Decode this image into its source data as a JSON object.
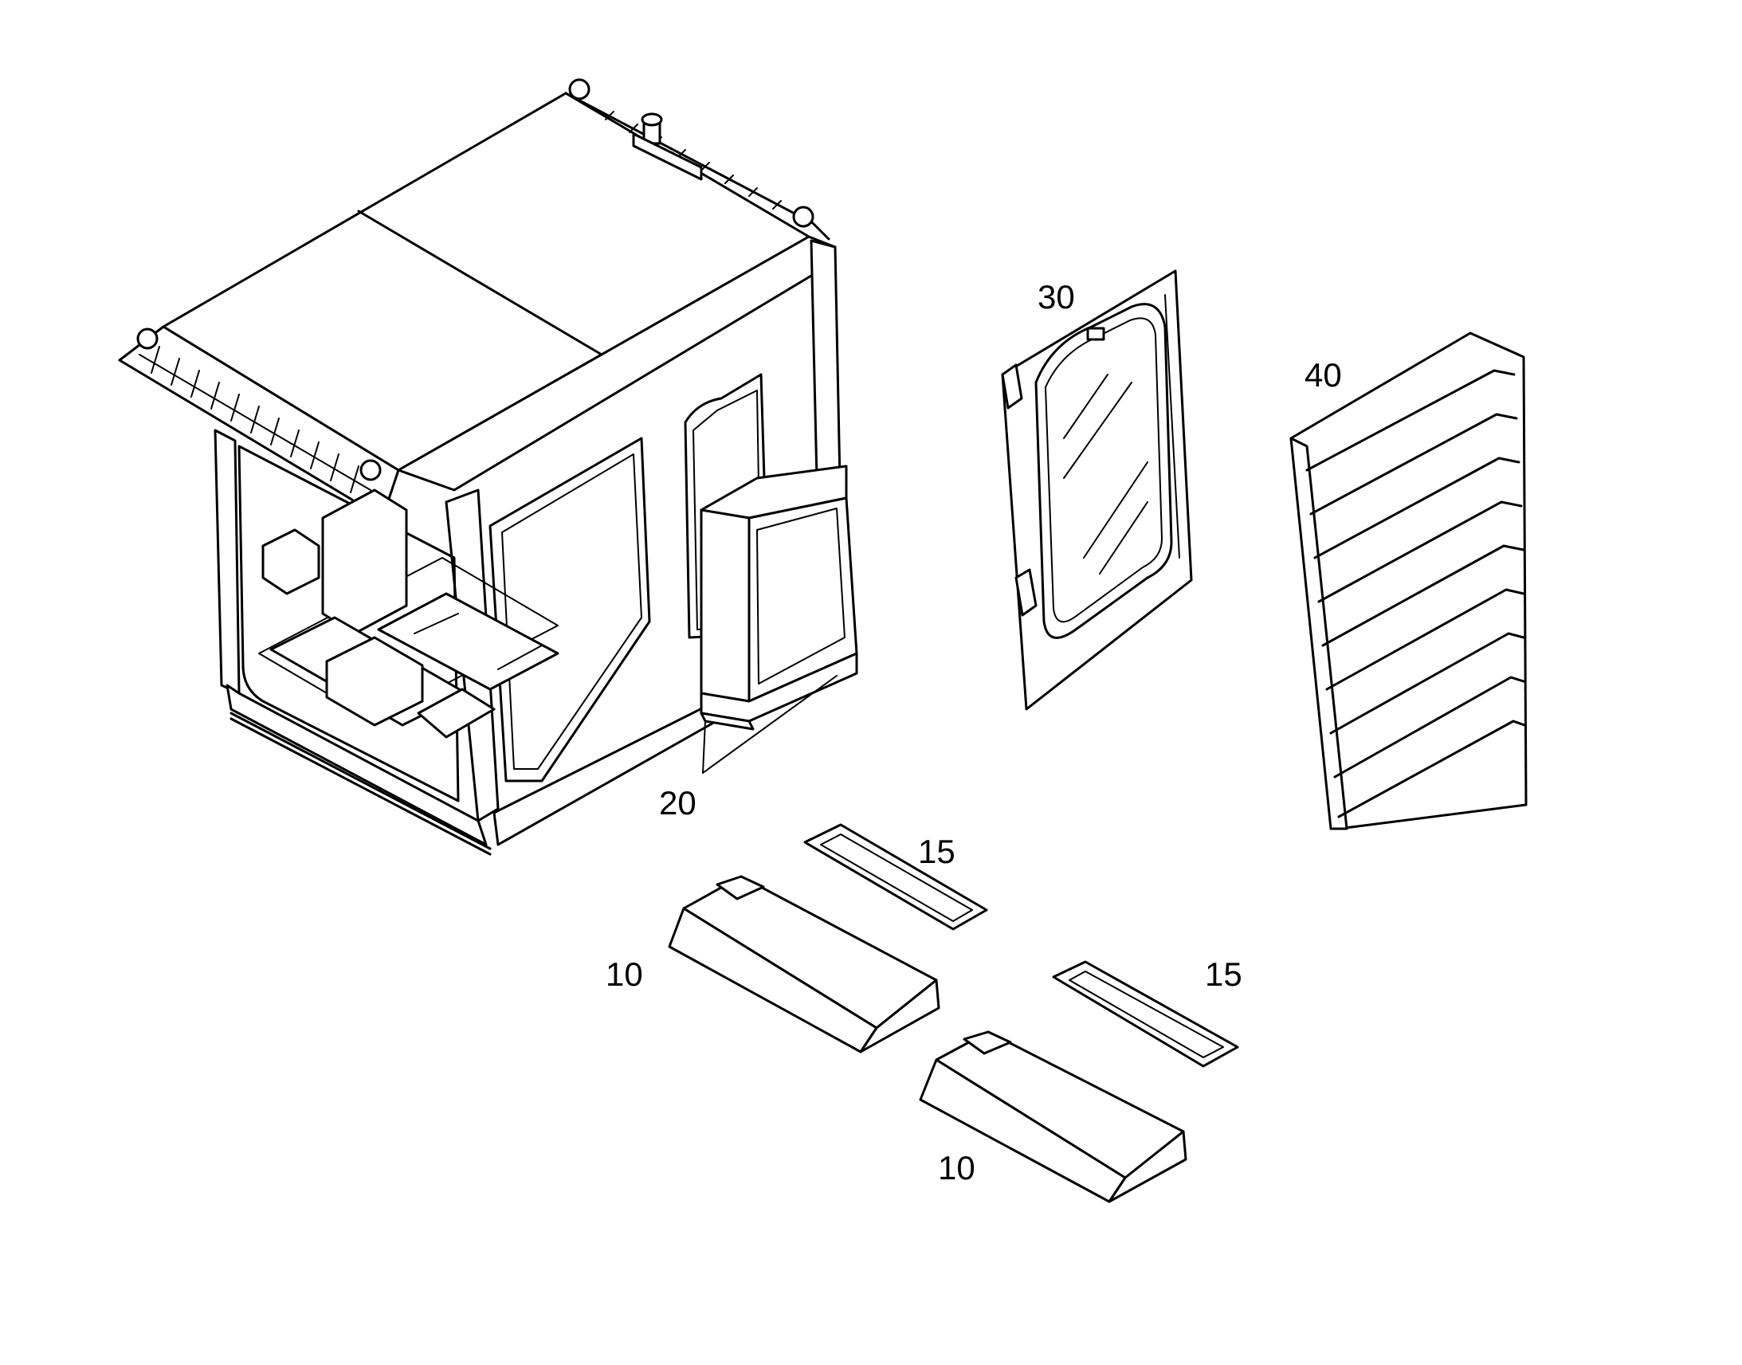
{
  "callouts": [
    {
      "id": "cab-window-and-screen",
      "text": "20"
    },
    {
      "id": "door-window-assembly",
      "text": "30"
    },
    {
      "id": "louvered-side-screen",
      "text": "40"
    },
    {
      "id": "upper-vent-filter",
      "text": "15"
    },
    {
      "id": "lower-vent-filter",
      "text": "15"
    },
    {
      "id": "upper-vent-housing",
      "text": "10"
    },
    {
      "id": "lower-vent-housing",
      "text": "10"
    }
  ]
}
